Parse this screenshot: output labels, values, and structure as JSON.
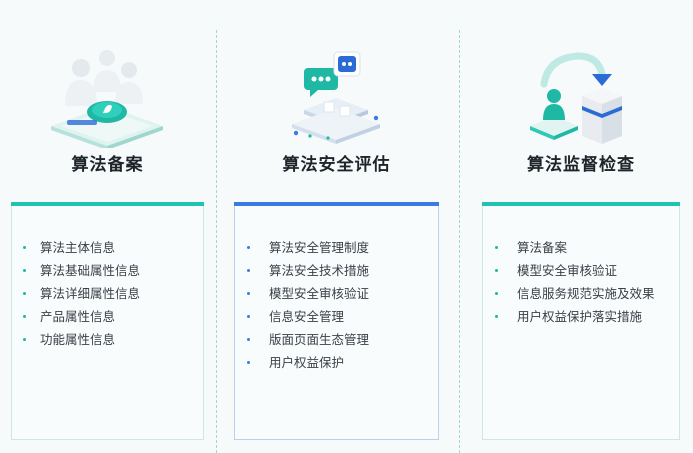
{
  "columns": [
    {
      "title": "算法备案",
      "icon": "users-shield-icon",
      "accent": "#1fc3b2",
      "items": [
        "算法主体信息",
        "算法基础属性信息",
        "算法详细属性信息",
        "产品属性信息",
        "功能属性信息"
      ]
    },
    {
      "title": "算法安全评估",
      "icon": "chat-bubbles-icon",
      "accent": "#3b7be0",
      "items": [
        "算法安全管理制度",
        "算法安全技术措施",
        "模型安全审核验证",
        "信息安全管理",
        "版面页面生态管理",
        "用户权益保护"
      ]
    },
    {
      "title": "算法监督检查",
      "icon": "inspection-cycle-icon",
      "accent": "#1fc3b2",
      "items": [
        "算法备案",
        "模型安全审核验证",
        "信息服务规范实施及效果",
        "用户权益保护落实措施"
      ]
    }
  ]
}
